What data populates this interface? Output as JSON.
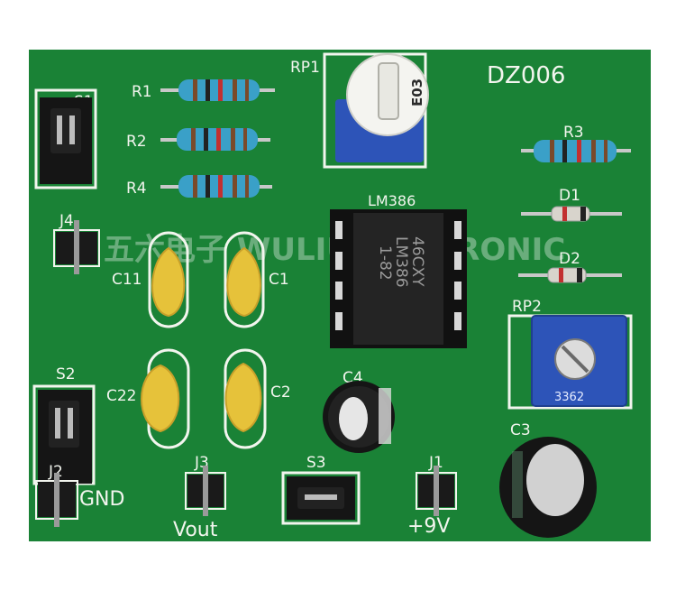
{
  "board": {
    "name": "DZ006",
    "watermark": "五六电子 WULIUELECTRONIC",
    "colors": {
      "pcb": "#1d8a3a",
      "silk": "#f2f5ee",
      "resistor": "#3aa0c8",
      "capacitor_ceramic": "#e6c23a",
      "pot": "#2d54b8"
    }
  },
  "labels": {
    "rp1": "RP1",
    "r1": "R1",
    "r2": "R2",
    "r4": "R4",
    "r3": "R3",
    "d1": "D1",
    "d2": "D2",
    "rp2": "RP2",
    "lm386": "LM386",
    "s1": "S1",
    "j4": "J4",
    "c11": "C11",
    "c1": "C1",
    "s2": "S2",
    "c22": "C22",
    "c2": "C2",
    "c4": "C4",
    "c3": "C3",
    "j2": "J2",
    "gnd": "GND",
    "j3": "J3",
    "vout": "Vout",
    "s3": "S3",
    "j1": "J1",
    "plus9v": "+9V"
  },
  "chip_marking": {
    "line1": "46CXY",
    "line2": "LM386",
    "line3": "1-82"
  },
  "component_marking": {
    "rp1": "E03",
    "rp2": "3362"
  }
}
